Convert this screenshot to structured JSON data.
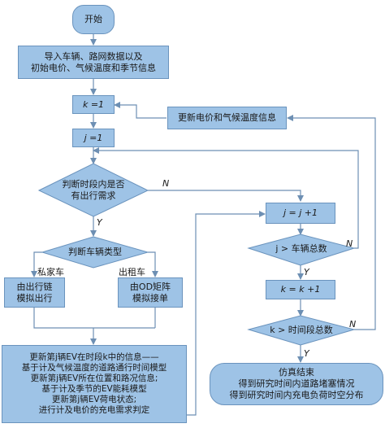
{
  "flow": {
    "start": "开始",
    "import": "导入车辆、路网数据以及\n初始电价、气候温度和季节信息",
    "k_init": "k =1",
    "update_price": "更新电价和气候温度信息",
    "j_init": "j =1",
    "decision_trip": "判断时段内是否\n有出行需求",
    "decision_vehicle": "判断车辆类型",
    "private_car": "私家车",
    "taxi": "出租车",
    "private_sim": "由出行链\n模拟出行",
    "taxi_sim": "由OD矩阵\n模拟接单",
    "updates": "更新第j辆EV在时段k中的信息——\n基于计及气候温度的道路通行时间模型\n更新第j辆EV所在位置和路况信息;\n基于计及季节的EV能耗模型\n更新第j辆EV荷电状态;\n进行计及电价的充电需求判定",
    "j_inc": "j = j +1",
    "j_check": "j > 车辆总数",
    "k_inc": "k = k +1",
    "k_check": "k > 时间段总数",
    "end": "仿真结束\n得到研究时间内道路堵塞情况\n得到研究时间内充电负荷时空分布"
  },
  "labels": {
    "n1": "N",
    "y1": "Y",
    "n2": "N",
    "y2": "Y",
    "n3": "N",
    "y3": "Y"
  },
  "colors": {
    "fill": "#9ec3e6",
    "stroke": "#6a93bd",
    "line": "#6d8fb3"
  }
}
